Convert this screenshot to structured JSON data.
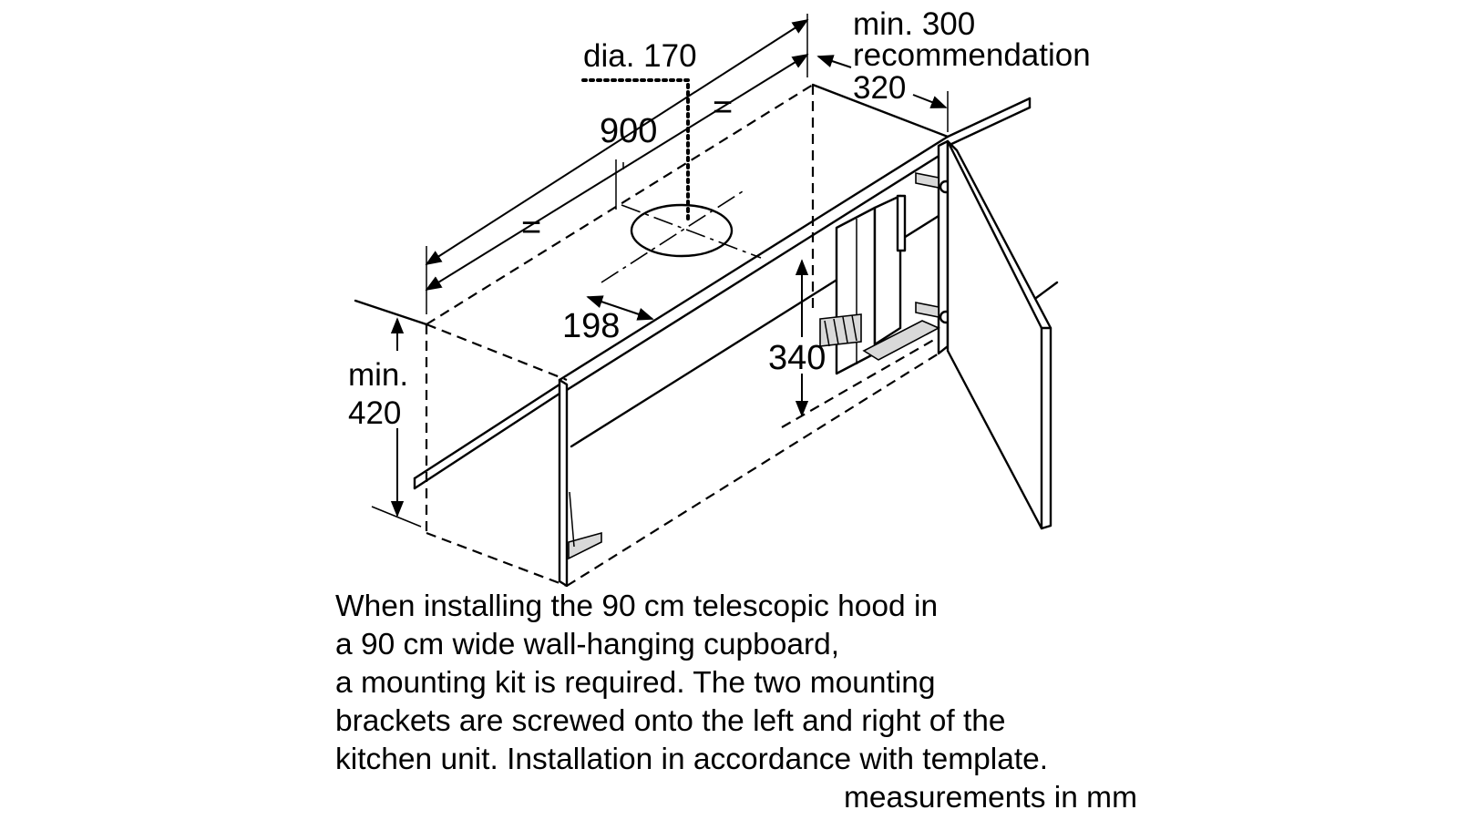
{
  "labels": {
    "dia": "dia. 170",
    "width": "900",
    "depth_min": "min. 300",
    "depth_rec": "recommendation",
    "depth_rec_value": "320",
    "offset": "198",
    "height_min_word": "min.",
    "height_min_value": "420",
    "inner_height": "340",
    "equal_top": "=",
    "equal_bottom": "="
  },
  "note": {
    "lines": [
      "When installing the 90 cm telescopic hood in",
      "a 90 cm wide wall-hanging cupboard,",
      "a mounting kit is required. The two mounting",
      "brackets are screwed onto the left and right of the",
      "kitchen unit. Installation in accordance with template."
    ],
    "units": "measurements in mm"
  }
}
